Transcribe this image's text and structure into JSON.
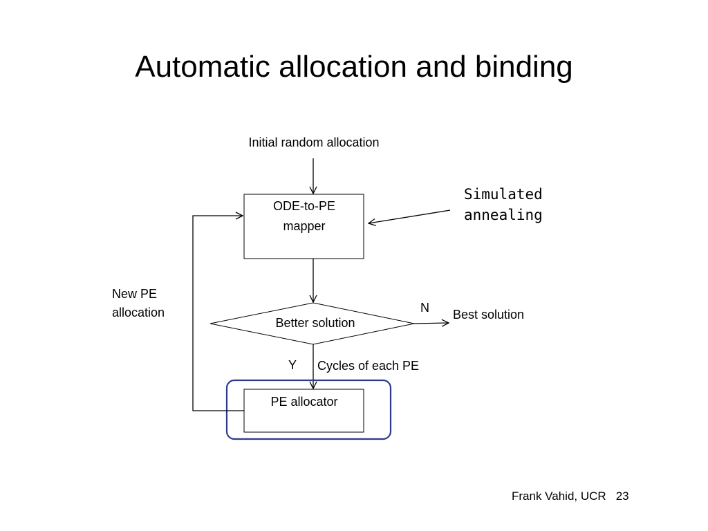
{
  "slide": {
    "title": "Automatic allocation and binding"
  },
  "diagram": {
    "input_label": "Initial random allocation",
    "mapper_label_line1": "ODE-to-PE",
    "mapper_label_line2": "mapper",
    "annealing_label_line1": "Simulated",
    "annealing_label_line2": "annealing",
    "decision_label": "Better solution",
    "no_label": "N",
    "best_label": "Best solution",
    "yes_label": "Y",
    "cycles_label": "Cycles of each PE",
    "allocator_label": "PE allocator",
    "feedback_label_line1": "New PE",
    "feedback_label_line2": "allocation",
    "highlight_color": "#2e3a8c"
  },
  "footer": {
    "author": "Frank Vahid, UCR",
    "page": "23"
  }
}
